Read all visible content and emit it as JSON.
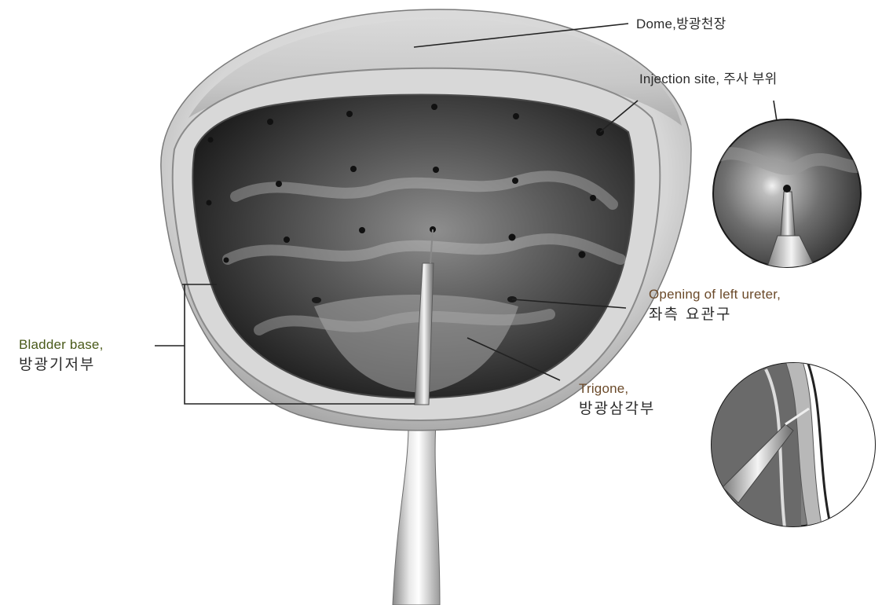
{
  "labels": {
    "dome": "Dome,방광천장",
    "injection_site": "Injection site, 주사 부위",
    "opening_en": "Opening of left ureter,",
    "opening_ko": "좌측 요관구",
    "bladder_base_en": "Bladder base,",
    "bladder_base_ko": "방광기저부",
    "trigone_en": "Trigone,",
    "trigone_ko": "방광삼각부"
  },
  "colors": {
    "wall": "#cfcfcf",
    "cavity_dark": "#2a2a2a",
    "cavity_light": "#9a9a9a",
    "leader_line": "#222222"
  }
}
